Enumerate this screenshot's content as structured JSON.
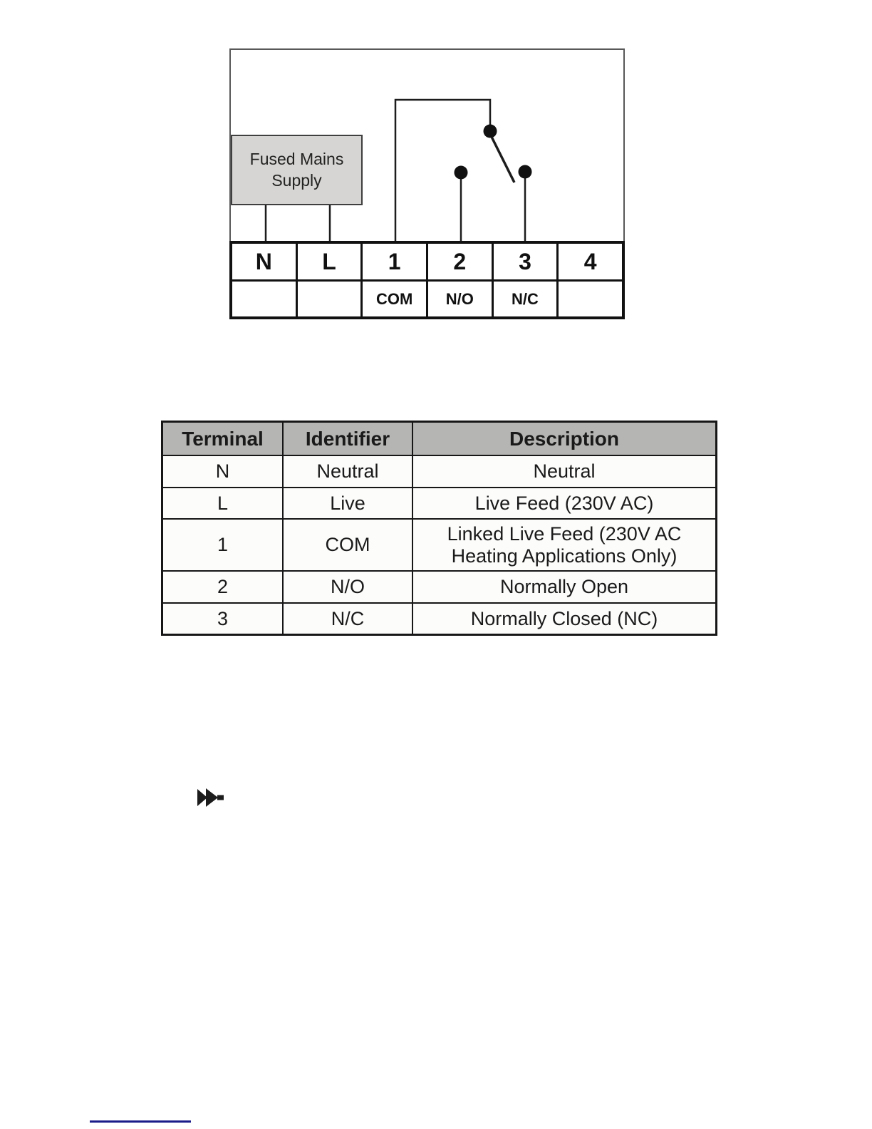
{
  "diagram": {
    "supply_box": {
      "line1": "Fused Mains",
      "line2": "Supply"
    },
    "terminal_strip": {
      "top_row": [
        "N",
        "L",
        "1",
        "2",
        "3",
        "4"
      ],
      "bottom_row": [
        "",
        "",
        "COM",
        "N/O",
        "N/C",
        ""
      ]
    }
  },
  "terminal_table": {
    "headers": [
      "Terminal",
      "Identifier",
      "Description"
    ],
    "rows": [
      {
        "terminal": "N",
        "identifier": "Neutral",
        "description": "Neutral"
      },
      {
        "terminal": "L",
        "identifier": "Live",
        "description": "Live Feed (230V AC)"
      },
      {
        "terminal": "1",
        "identifier": "COM",
        "description": "Linked Live Feed (230V AC Heating Applications Only)"
      },
      {
        "terminal": "2",
        "identifier": "N/O",
        "description": "Normally Open"
      },
      {
        "terminal": "3",
        "identifier": "N/C",
        "description": "Normally Closed (NC)"
      }
    ]
  },
  "icons": {
    "fast_forward": "fast-forward-icon"
  },
  "colors": {
    "table_header_bg": "#b5b5b3",
    "supply_box_bg": "#d6d5d3",
    "line_black": "#161616",
    "divider_blue": "#1b1b8a"
  }
}
